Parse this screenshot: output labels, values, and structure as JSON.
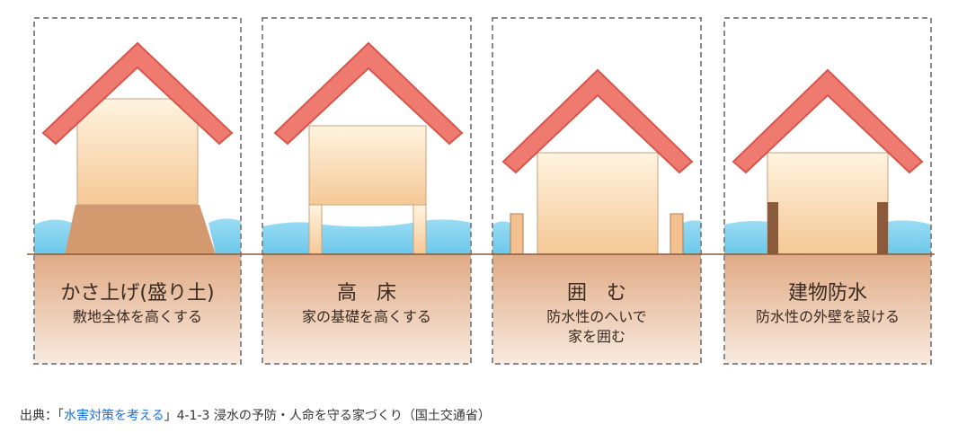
{
  "colors": {
    "roof": "#e8736b",
    "roof_stroke": "#d4594f",
    "wall_light": "#fff3df",
    "wall_dark": "#f4c99a",
    "ground_top": "#e3b08c",
    "ground_bottom": "#f7e6da",
    "mound": "#d49a72",
    "water": "#7fd0ee",
    "wall_post": "#8a5a3a",
    "frame_dash": "#8a8a8a",
    "link": "#1a6fd0"
  },
  "panels": [
    {
      "title": "かさ上げ(盛り土)",
      "desc": [
        "敷地全体を高くする"
      ]
    },
    {
      "title": "高　床",
      "desc": [
        "家の基礎を高くする"
      ]
    },
    {
      "title": "囲　む",
      "desc": [
        "防水性のへいで",
        "家を囲む"
      ]
    },
    {
      "title": "建物防水",
      "desc": [
        "防水性の外壁を設ける"
      ]
    }
  ],
  "caption": {
    "prefix": "出典：「",
    "link_text": "水害対策を考える",
    "suffix": "」4-1-3 浸水の予防・人命を守る家づくり（国土交通省）"
  }
}
